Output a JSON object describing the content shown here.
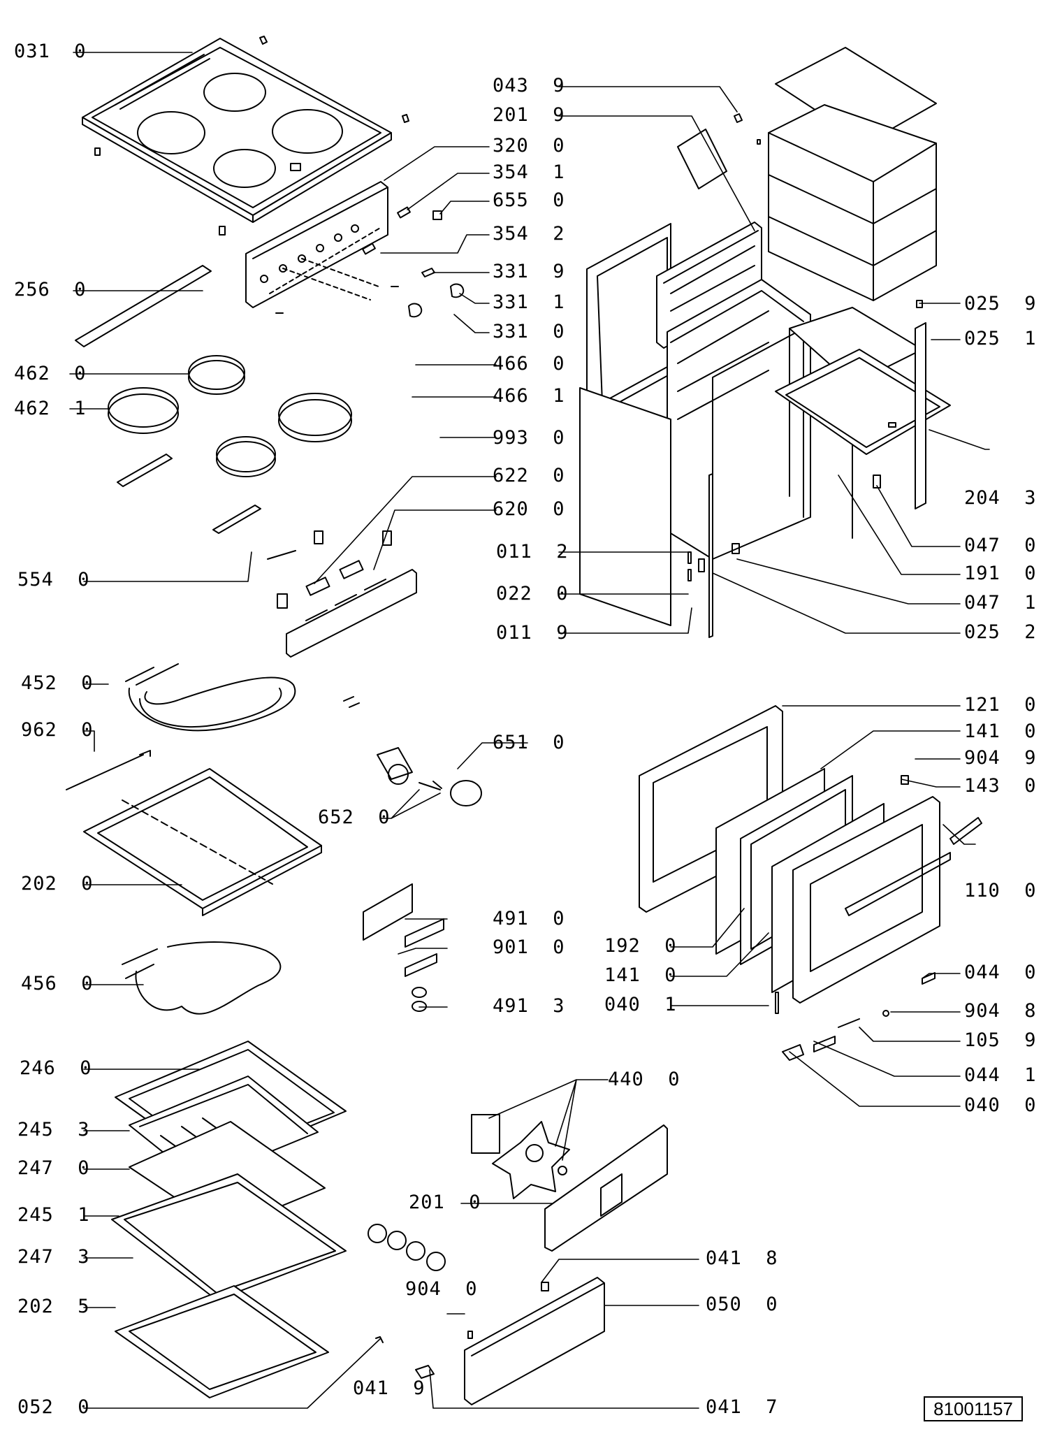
{
  "parts": [
    {
      "id": "p0310",
      "label": "031  0"
    },
    {
      "id": "p0439",
      "label": "043  9"
    },
    {
      "id": "p2019",
      "label": "201  9"
    },
    {
      "id": "p3200",
      "label": "320  0"
    },
    {
      "id": "p3541",
      "label": "354  1"
    },
    {
      "id": "p6550",
      "label": "655  0"
    },
    {
      "id": "p3542",
      "label": "354  2"
    },
    {
      "id": "p3319",
      "label": "331  9"
    },
    {
      "id": "p3311",
      "label": "331  1"
    },
    {
      "id": "p3310",
      "label": "331  0"
    },
    {
      "id": "p2560",
      "label": "256  0"
    },
    {
      "id": "p0259",
      "label": "025  9"
    },
    {
      "id": "p0251",
      "label": "025  1"
    },
    {
      "id": "p4660",
      "label": "466  0"
    },
    {
      "id": "p4620",
      "label": "462  0"
    },
    {
      "id": "p4661",
      "label": "466  1"
    },
    {
      "id": "p4621",
      "label": "462  1"
    },
    {
      "id": "p9930",
      "label": "993  0"
    },
    {
      "id": "p6220",
      "label": "622  0"
    },
    {
      "id": "p2043",
      "label": "204  3"
    },
    {
      "id": "p6200",
      "label": "620  0"
    },
    {
      "id": "p0470",
      "label": "047  0"
    },
    {
      "id": "p0112",
      "label": "011  2"
    },
    {
      "id": "p1910",
      "label": "191  0"
    },
    {
      "id": "p5540",
      "label": "554  0"
    },
    {
      "id": "p0220",
      "label": "022  0"
    },
    {
      "id": "p0471",
      "label": "047  1"
    },
    {
      "id": "p0119",
      "label": "011  9"
    },
    {
      "id": "p0252",
      "label": "025  2"
    },
    {
      "id": "p4520",
      "label": "452  0"
    },
    {
      "id": "p1210",
      "label": "121  0"
    },
    {
      "id": "p9620",
      "label": "962  0"
    },
    {
      "id": "p6510",
      "label": "651  0"
    },
    {
      "id": "p1410a",
      "label": "141  0"
    },
    {
      "id": "p9049",
      "label": "904  9"
    },
    {
      "id": "p1430",
      "label": "143  0"
    },
    {
      "id": "p6520",
      "label": "652  0"
    },
    {
      "id": "p2020",
      "label": "202  0"
    },
    {
      "id": "p1100",
      "label": "110  0"
    },
    {
      "id": "p4910",
      "label": "491  0"
    },
    {
      "id": "p9010",
      "label": "901  0"
    },
    {
      "id": "p1920",
      "label": "192  0"
    },
    {
      "id": "p4560",
      "label": "456  0"
    },
    {
      "id": "p1410b",
      "label": "141  0"
    },
    {
      "id": "p0440",
      "label": "044  0"
    },
    {
      "id": "p0401",
      "label": "040  1"
    },
    {
      "id": "p4913",
      "label": "491  3"
    },
    {
      "id": "p9048",
      "label": "904  8"
    },
    {
      "id": "p1059",
      "label": "105  9"
    },
    {
      "id": "p2460",
      "label": "246  0"
    },
    {
      "id": "p0441",
      "label": "044  1"
    },
    {
      "id": "p4400",
      "label": "440  0"
    },
    {
      "id": "p0400",
      "label": "040  0"
    },
    {
      "id": "p2453",
      "label": "245  3"
    },
    {
      "id": "p2470",
      "label": "247  0"
    },
    {
      "id": "p2010",
      "label": "201  0"
    },
    {
      "id": "p2451",
      "label": "245  1"
    },
    {
      "id": "p2473",
      "label": "247  3"
    },
    {
      "id": "p0418",
      "label": "041  8"
    },
    {
      "id": "p9040",
      "label": "904  0"
    },
    {
      "id": "p2025",
      "label": "202  5"
    },
    {
      "id": "p0500",
      "label": "050  0"
    },
    {
      "id": "p0419",
      "label": "041  9"
    },
    {
      "id": "p0520",
      "label": "052  0"
    },
    {
      "id": "p0417",
      "label": "041  7"
    }
  ],
  "document_number": "81001157"
}
